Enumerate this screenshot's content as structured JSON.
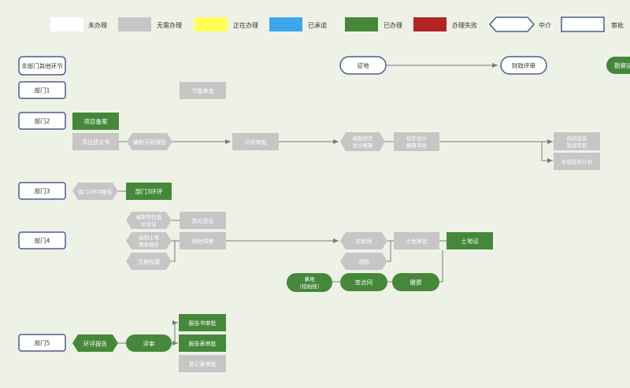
{
  "legend": {
    "not_done": "未办理",
    "no_need": "无需办理",
    "in_progress": "正在办理",
    "accepted": "已承诺",
    "done": "已办理",
    "failed": "办理失败",
    "intermediary": "中介",
    "approval": "审批"
  },
  "colors": {
    "not_done": "#ffffff",
    "no_need": "#c6c6c6",
    "in_progress": "#ffff55",
    "accepted": "#3aa6ee",
    "done": "#46883a",
    "failed": "#b32323",
    "border": "#4f5b8f",
    "line": "#7a7a7a",
    "text_gray": "#ffffff",
    "text_dark": "#333333"
  },
  "rows": {
    "other": "非部门其他环节",
    "dept1": "部门1",
    "dept2": "部门2",
    "dept3": "部门3",
    "dept4": "部门4",
    "dept5": "部门5"
  },
  "nodes": {
    "land_sign": "征地",
    "finance_review": "财政评审",
    "survey": "勘察设",
    "energy_review": "节能审查",
    "project_record": "项目备案",
    "proposal": "项目建议书",
    "feasibility_report": "编制可研报告",
    "feasibility_review": "可研审批",
    "prelim_design_line1": "编制初步",
    "prelim_design_line2": "设计概算",
    "prelim_approve_line1": "初步设计",
    "prelim_approve_line2": "概算审批",
    "gov_invest_line1": "政府直接",
    "gov_invest_line2": "投资项目",
    "investment_plan": "年度投资计划",
    "dept3_eia_report": "部门3环评报告",
    "dept3_eia": "部门3环评",
    "site_survey_line1": "编制项目选",
    "site_survey_line2": "址论证",
    "site_opinion": "选址意见",
    "land_pre_line1": "编制土地",
    "land_pre_line2": "预审报告",
    "land_pre_review": "用地预审",
    "title_verify": "注册权籍",
    "land_use_plan": "农转用",
    "survey_map": "测绘",
    "land_approval": "土地审批",
    "land_cert": "土地证",
    "land_acq_line1": "拿地",
    "land_acq_line2": "（招拍挂）",
    "sign_contract": "签合同",
    "pay": "缴费",
    "eia_report": "环评报告",
    "eia_review": "评审",
    "report_book": "报告书审批",
    "report_form": "报告表审批",
    "registration": "登记表审批"
  }
}
